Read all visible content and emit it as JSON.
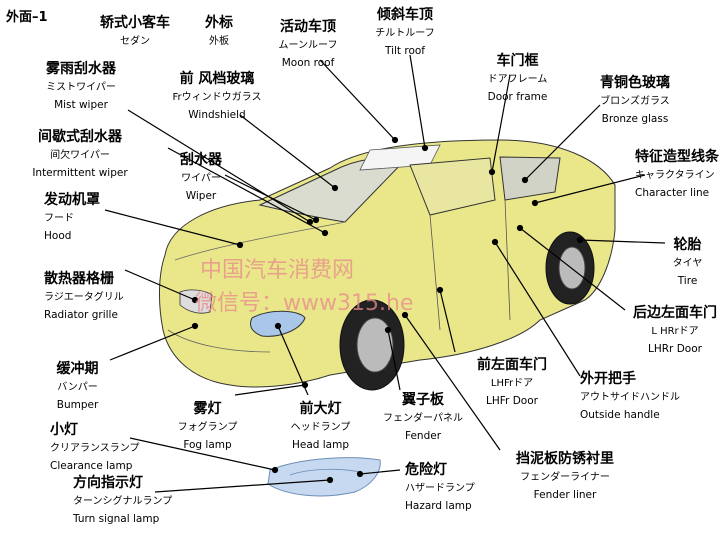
{
  "page": {
    "title": "外面–1"
  },
  "watermark": {
    "line1": "中国汽车消费网",
    "line2": "微信号：www315.he"
  },
  "labels": {
    "sedan": {
      "cn": "轿式小客车",
      "jp": "セダン",
      "en": ""
    },
    "exterior": {
      "cn": "外标",
      "jp": "外板",
      "en": ""
    },
    "moonroof": {
      "cn": "活动车顶",
      "jp": "ムーンルーフ",
      "en": "Moon roof"
    },
    "tiltroof": {
      "cn": "倾斜车顶",
      "jp": "チルトルーフ",
      "en": "Tilt roof"
    },
    "doorframe": {
      "cn": "车门框",
      "jp": "ドアフレーム",
      "en": "Door frame"
    },
    "bronze": {
      "cn": "青铜色玻璃",
      "jp": "ブロンズガラス",
      "en": "Bronze glass"
    },
    "charline": {
      "cn": "特征造型线条",
      "jp": "キャラクタライン",
      "en": "Character line"
    },
    "mistwiper": {
      "cn": "雾雨刮水器",
      "jp": "ミストワイパー",
      "en": "Mist wiper"
    },
    "windshield": {
      "cn": "前  风档玻璃",
      "jp": "Frウィンドウガラス",
      "en": "Windshield"
    },
    "intwiper": {
      "cn": "间歇式刮水器",
      "jp": "间欠ワイパー",
      "en": "Intermittent wiper"
    },
    "wiper": {
      "cn": "刮水器",
      "jp": "ワイパー",
      "en": "Wiper"
    },
    "hood": {
      "cn": "发动机罩",
      "jp": "フード",
      "en": "Hood"
    },
    "tire": {
      "cn": "轮胎",
      "jp": "タイヤ",
      "en": "Tire"
    },
    "grille": {
      "cn": "散热器格栅",
      "jp": "ラジエータグリル",
      "en": "Radiator grille"
    },
    "rldoor": {
      "cn": "后边左面车门",
      "jp": "L HRrドア",
      "en": "LHRr Door"
    },
    "bumper": {
      "cn": "缓冲期",
      "jp": "バンパー",
      "en": "Bumper"
    },
    "fldoor": {
      "cn": "前左面车门",
      "jp": "LHFrドア",
      "en": "LHFr Door"
    },
    "handle": {
      "cn": "外开把手",
      "jp": "アウトサイドハンドル",
      "en": "Outside handle"
    },
    "fender": {
      "cn": "翼子板",
      "jp": "フェンダーパネル",
      "en": "Fender"
    },
    "foglamp": {
      "cn": "雾灯",
      "jp": "フォグランプ",
      "en": "Fog lamp"
    },
    "headlamp": {
      "cn": "前大灯",
      "jp": "ヘッドランプ",
      "en": "Head lamp"
    },
    "clearance": {
      "cn": "小灯",
      "jp": "クリアランスランプ",
      "en": "Clearance lamp"
    },
    "fenderliner": {
      "cn": "挡泥板防锈衬里",
      "jp": "フェンダーライナー",
      "en": "Fender liner"
    },
    "hazard": {
      "cn": "危险灯",
      "jp": "ハザードランプ",
      "en": "Hazard  lamp"
    },
    "turnsignal": {
      "cn": "方向指示灯",
      "jp": "ターンシグナルランプ",
      "en": "Turn signal lamp"
    }
  },
  "colors": {
    "body": "#e9e78a",
    "glass": "#d9dccf",
    "headlight": "#a9c7e8",
    "outline": "#333333",
    "watermark": "#e88a8a"
  }
}
